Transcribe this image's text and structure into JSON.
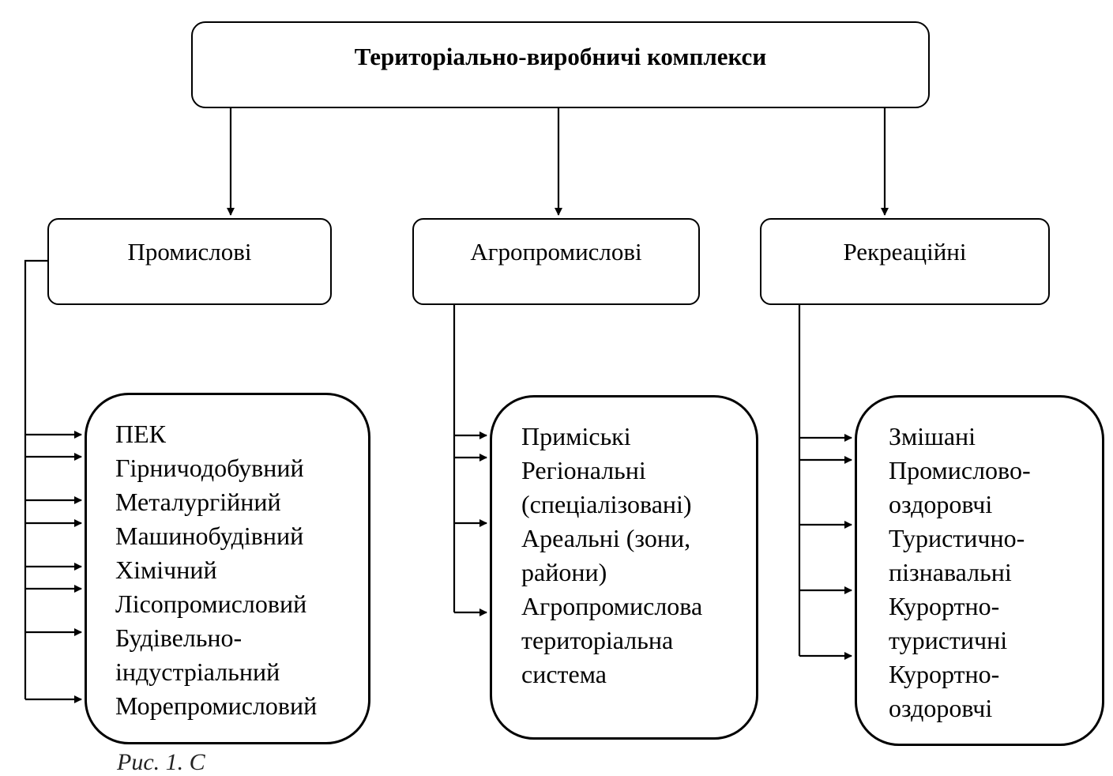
{
  "root": {
    "label": "Територіально-виробничі комплекси"
  },
  "categories": [
    {
      "label": "Промислові",
      "items": [
        "ПЕК",
        "Гірничодобувний",
        "Металургійний",
        "Машинобудівний",
        "Хімічний",
        "Лісопромисловий",
        "Будівельно-",
        "індустріальний",
        "Морепромисловий"
      ]
    },
    {
      "label": "Агропромислові",
      "items": [
        "Приміські",
        "Регіональні",
        "(спеціалізовані)",
        "Ареальні (зони,",
        "райони)",
        "Агропромислова",
        "територіальна",
        "система"
      ]
    },
    {
      "label": "Рекреаційні",
      "items": [
        "Змішані",
        "Промислово-",
        "оздоровчі",
        "Туристично-",
        "пізнавальні",
        "Курортно-",
        "туристичні",
        "Курортно-",
        "оздоровчі"
      ]
    }
  ],
  "caption": "Рис. 1. С"
}
